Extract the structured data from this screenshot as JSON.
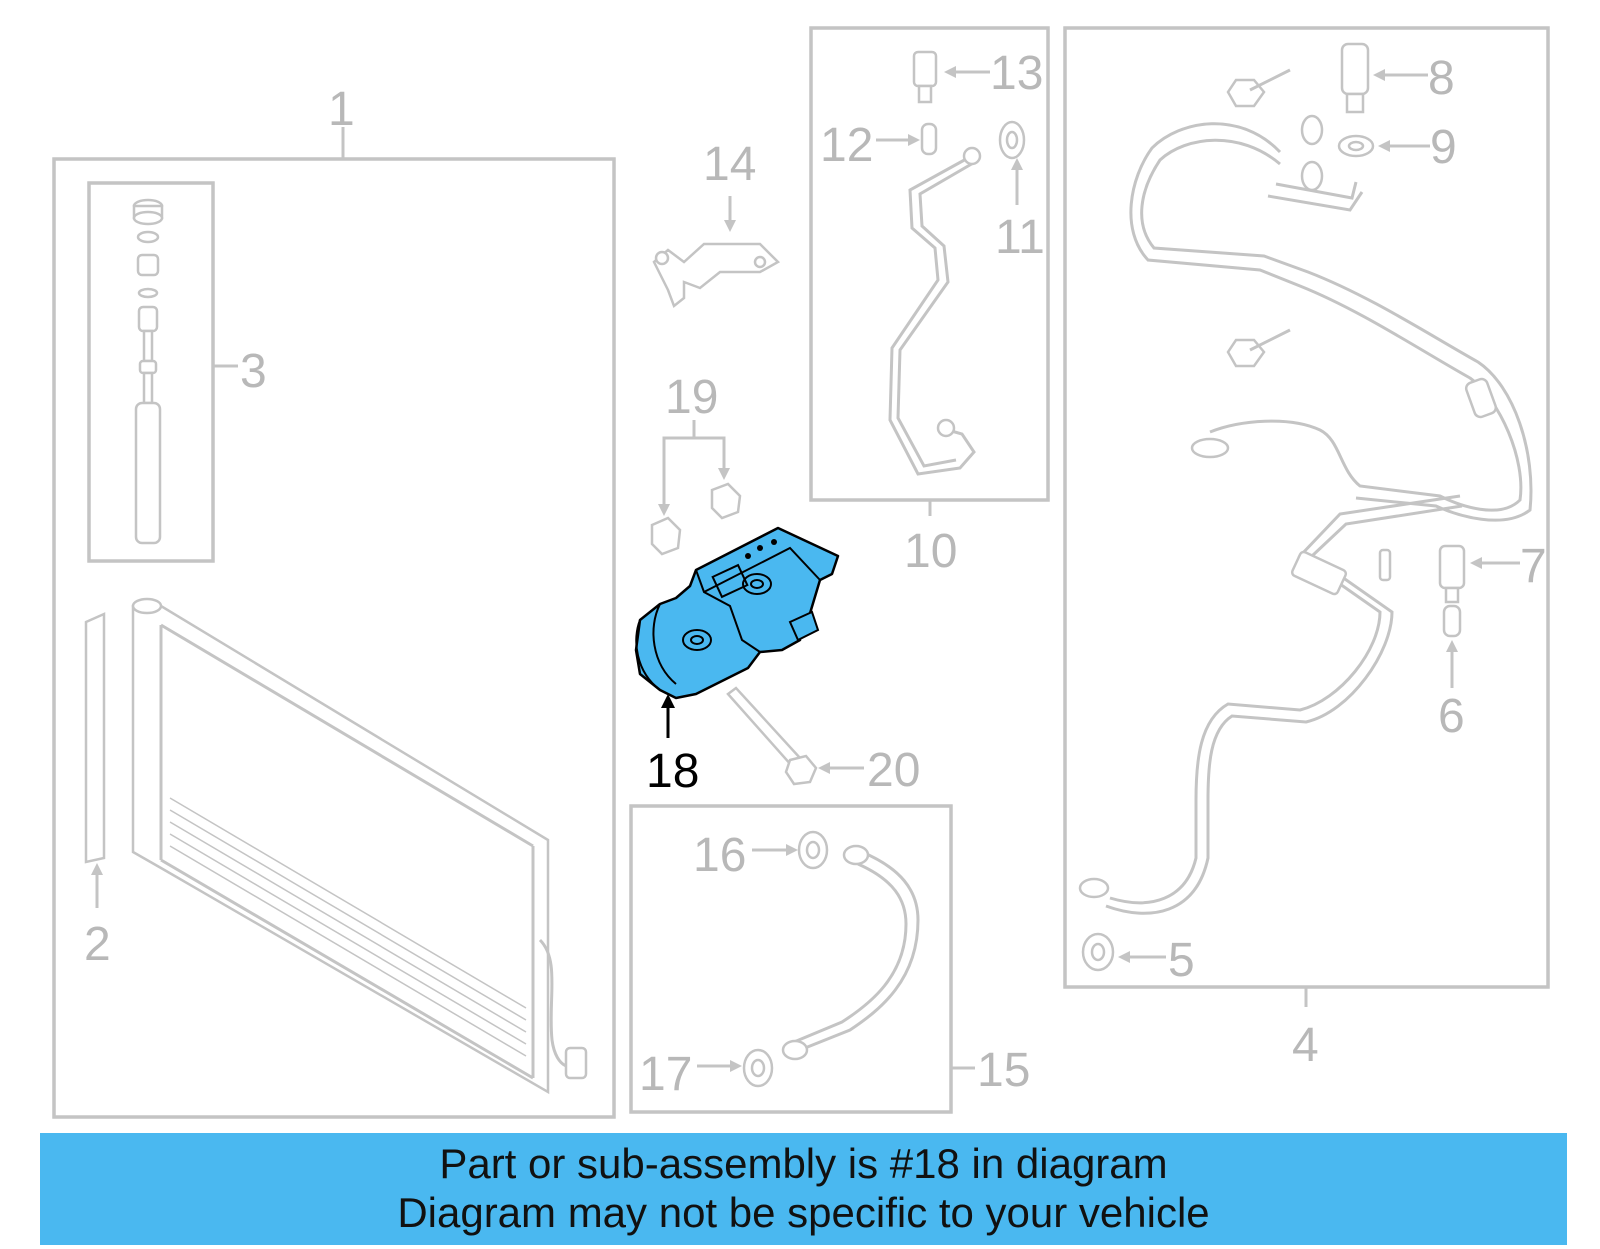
{
  "diagram": {
    "highlight_color": "#4ab8f0",
    "muted_color": "#c4c4c4",
    "callouts": [
      {
        "id": "1",
        "label": "1"
      },
      {
        "id": "2",
        "label": "2"
      },
      {
        "id": "3",
        "label": "3"
      },
      {
        "id": "4",
        "label": "4"
      },
      {
        "id": "5",
        "label": "5"
      },
      {
        "id": "6",
        "label": "6"
      },
      {
        "id": "7",
        "label": "7"
      },
      {
        "id": "8",
        "label": "8"
      },
      {
        "id": "9",
        "label": "9"
      },
      {
        "id": "10",
        "label": "10"
      },
      {
        "id": "11",
        "label": "11"
      },
      {
        "id": "12",
        "label": "12"
      },
      {
        "id": "13",
        "label": "13"
      },
      {
        "id": "14",
        "label": "14"
      },
      {
        "id": "15",
        "label": "15"
      },
      {
        "id": "16",
        "label": "16"
      },
      {
        "id": "17",
        "label": "17"
      },
      {
        "id": "18",
        "label": "18"
      },
      {
        "id": "19",
        "label": "19"
      },
      {
        "id": "20",
        "label": "20"
      }
    ],
    "highlighted_part": "18"
  },
  "caption": {
    "line1": "Part or sub-assembly is #18 in diagram",
    "line2": "Diagram may not be specific to your vehicle"
  }
}
